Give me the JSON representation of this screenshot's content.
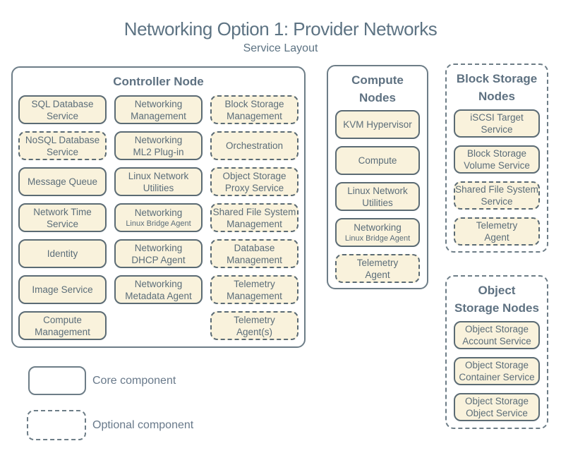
{
  "title": "Networking Option 1: Provider Networks",
  "subtitle": "Service Layout",
  "colors": {
    "background": "#ffffff",
    "box_fill": "#f9f2dc",
    "box_border": "#5b6b74",
    "group_border": "#6d7d87",
    "box_text": "#5b6d79",
    "group_title_text": "#5e7181",
    "title_text": "#5d7383",
    "legend_text": "#68798a"
  },
  "groups": [
    {
      "id": "controller",
      "title": "Controller Node",
      "border": "solid",
      "services": [
        {
          "optional": false,
          "lines": [
            {
              "text": "SQL Database"
            },
            {
              "text": "Service"
            }
          ]
        },
        {
          "optional": false,
          "lines": [
            {
              "text": "Networking"
            },
            {
              "text": "Management"
            }
          ]
        },
        {
          "optional": true,
          "lines": [
            {
              "text": "Block Storage"
            },
            {
              "text": "Management"
            }
          ]
        },
        {
          "optional": true,
          "lines": [
            {
              "text": "NoSQL Database"
            },
            {
              "text": "Service"
            }
          ]
        },
        {
          "optional": false,
          "lines": [
            {
              "text": "Networking"
            },
            {
              "text": "ML2 Plug-in"
            }
          ]
        },
        {
          "optional": true,
          "lines": [
            {
              "text": "Orchestration"
            }
          ]
        },
        {
          "optional": false,
          "lines": [
            {
              "text": "Message Queue"
            }
          ]
        },
        {
          "optional": false,
          "lines": [
            {
              "text": "Linux Network"
            },
            {
              "text": "Utilities"
            }
          ]
        },
        {
          "optional": true,
          "lines": [
            {
              "text": "Object Storage"
            },
            {
              "text": "Proxy Service"
            }
          ]
        },
        {
          "optional": false,
          "lines": [
            {
              "text": "Network Time"
            },
            {
              "text": "Service"
            }
          ]
        },
        {
          "optional": false,
          "lines": [
            {
              "text": "Networking"
            },
            {
              "text": "Linux Bridge Agent",
              "small": true
            }
          ]
        },
        {
          "optional": true,
          "lines": [
            {
              "text": "Shared File System"
            },
            {
              "text": "Management"
            }
          ]
        },
        {
          "optional": false,
          "lines": [
            {
              "text": "Identity"
            }
          ]
        },
        {
          "optional": false,
          "lines": [
            {
              "text": "Networking"
            },
            {
              "text": "DHCP Agent"
            }
          ]
        },
        {
          "optional": true,
          "lines": [
            {
              "text": "Database"
            },
            {
              "text": "Management"
            }
          ]
        },
        {
          "optional": false,
          "lines": [
            {
              "text": "Image Service"
            }
          ]
        },
        {
          "optional": false,
          "lines": [
            {
              "text": "Networking"
            },
            {
              "text": "Metadata Agent"
            }
          ]
        },
        {
          "optional": true,
          "lines": [
            {
              "text": "Telemetry"
            },
            {
              "text": "Management"
            }
          ]
        },
        {
          "optional": false,
          "lines": [
            {
              "text": "Compute"
            },
            {
              "text": "Management"
            }
          ]
        },
        null,
        {
          "optional": true,
          "lines": [
            {
              "text": "Telemetry"
            },
            {
              "text": "Agent(s)"
            }
          ]
        }
      ]
    },
    {
      "id": "compute",
      "title": "Compute\nNodes",
      "border": "solid",
      "services": [
        {
          "optional": false,
          "lines": [
            {
              "text": "KVM Hypervisor"
            }
          ]
        },
        {
          "optional": false,
          "lines": [
            {
              "text": "Compute"
            }
          ]
        },
        {
          "optional": false,
          "lines": [
            {
              "text": "Linux Network"
            },
            {
              "text": "Utilities"
            }
          ]
        },
        {
          "optional": false,
          "lines": [
            {
              "text": "Networking"
            },
            {
              "text": "Linux Bridge Agent",
              "small": true
            }
          ]
        },
        {
          "optional": true,
          "lines": [
            {
              "text": "Telemetry"
            },
            {
              "text": "Agent"
            }
          ]
        }
      ]
    },
    {
      "id": "block-storage",
      "title": "Block Storage\nNodes",
      "border": "dashed",
      "services": [
        {
          "optional": false,
          "lines": [
            {
              "text": "iSCSI Target"
            },
            {
              "text": "Service"
            }
          ]
        },
        {
          "optional": false,
          "lines": [
            {
              "text": "Block Storage"
            },
            {
              "text": "Volume Service"
            }
          ]
        },
        {
          "optional": true,
          "lines": [
            {
              "text": "Shared File System"
            },
            {
              "text": "Service"
            }
          ]
        },
        {
          "optional": true,
          "lines": [
            {
              "text": "Telemetry"
            },
            {
              "text": "Agent"
            }
          ]
        }
      ]
    },
    {
      "id": "object-storage",
      "title": "Object\nStorage Nodes",
      "border": "dashed",
      "services": [
        {
          "optional": false,
          "lines": [
            {
              "text": "Object Storage"
            },
            {
              "text": "Account Service"
            }
          ]
        },
        {
          "optional": false,
          "lines": [
            {
              "text": "Object Storage"
            },
            {
              "text": "Container Service"
            }
          ]
        },
        {
          "optional": false,
          "lines": [
            {
              "text": "Object Storage"
            },
            {
              "text": "Object Service"
            }
          ]
        }
      ]
    }
  ],
  "legend": [
    {
      "label": "Core component",
      "style": "solid"
    },
    {
      "label": "Optional component",
      "style": "dashed"
    }
  ]
}
